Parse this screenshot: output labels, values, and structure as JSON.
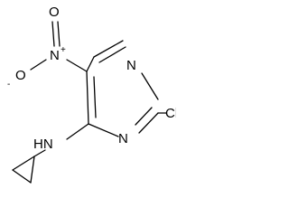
{
  "molecule": {
    "atoms": {
      "nitro_o_top": "O",
      "nitro_n": "N",
      "nitro_n_charge": "+",
      "nitro_o_left": "O",
      "nitro_o_left_charge": "-",
      "ring_n3": "N",
      "ring_n1": "N",
      "chlorine": "Cl",
      "amine": "HN"
    }
  }
}
